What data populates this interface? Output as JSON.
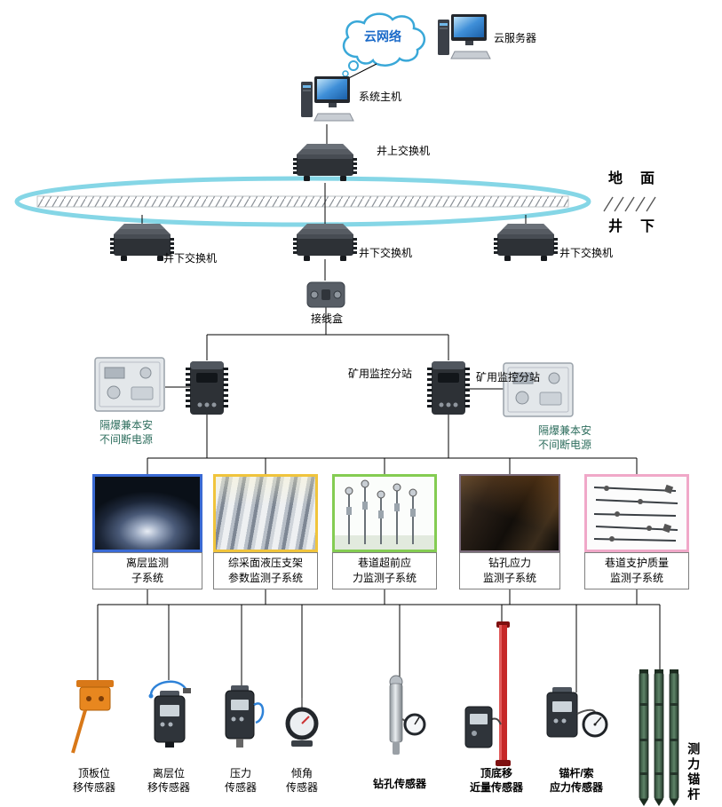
{
  "diagram": {
    "cloud_label": "云网络",
    "cloud_server_label": "云服务器",
    "host_label": "系统主机",
    "surface_switch_label": "井上交换机",
    "ground_label": "地　面",
    "underground_label": "井　下",
    "underground_switch_labels": [
      "井下交换机",
      "井下交换机",
      "井下交换机"
    ],
    "junction_box_label": "接线盒",
    "substation_labels": [
      "矿用监控分站",
      "矿用监控分站"
    ],
    "ups_left": {
      "line1": "隔爆兼本安",
      "line2": "不间断电源"
    },
    "ups_right": {
      "line1": "隔爆兼本安",
      "line2": "不间断电源"
    },
    "subsystems": [
      {
        "line1": "离层监测",
        "line2": "子系统",
        "border_color": "#3a6ad4"
      },
      {
        "line1": "综采面液压支架",
        "line2": "参数监测子系统",
        "border_color": "#f0c43c"
      },
      {
        "line1": "巷道超前应",
        "line2": "力监测子系统",
        "border_color": "#84cc52"
      },
      {
        "line1": "钻孔应力",
        "line2": "监测子系统",
        "border_color": "#7a6a7a"
      },
      {
        "line1": "巷道支护质量",
        "line2": "监测子系统",
        "border_color": "#f0a8c8"
      }
    ],
    "sensors": [
      {
        "line1": "顶板位",
        "line2": "移传感器"
      },
      {
        "line1": "离层位",
        "line2": "移传感器"
      },
      {
        "line1": "压力",
        "line2": "传感器"
      },
      {
        "line1": "倾角",
        "line2": "传感器"
      },
      {
        "line1": "钻孔传感器",
        "line2": ""
      },
      {
        "line1": "顶底移",
        "line2": "近量传感器"
      },
      {
        "line1": "锚杆/索",
        "line2": "应力传感器"
      }
    ],
    "force_anchor_label": "测力锚杆",
    "colors": {
      "ring": "#85d6e6",
      "cloud_outline": "#3aa8d8",
      "cloud_text": "#1a6ac8",
      "ups_label_text": "#2e6e5e",
      "connector_line": "#000000",
      "convergence_pole_red": "#c62828",
      "roof_sensor_orange": "#e8871f"
    }
  }
}
